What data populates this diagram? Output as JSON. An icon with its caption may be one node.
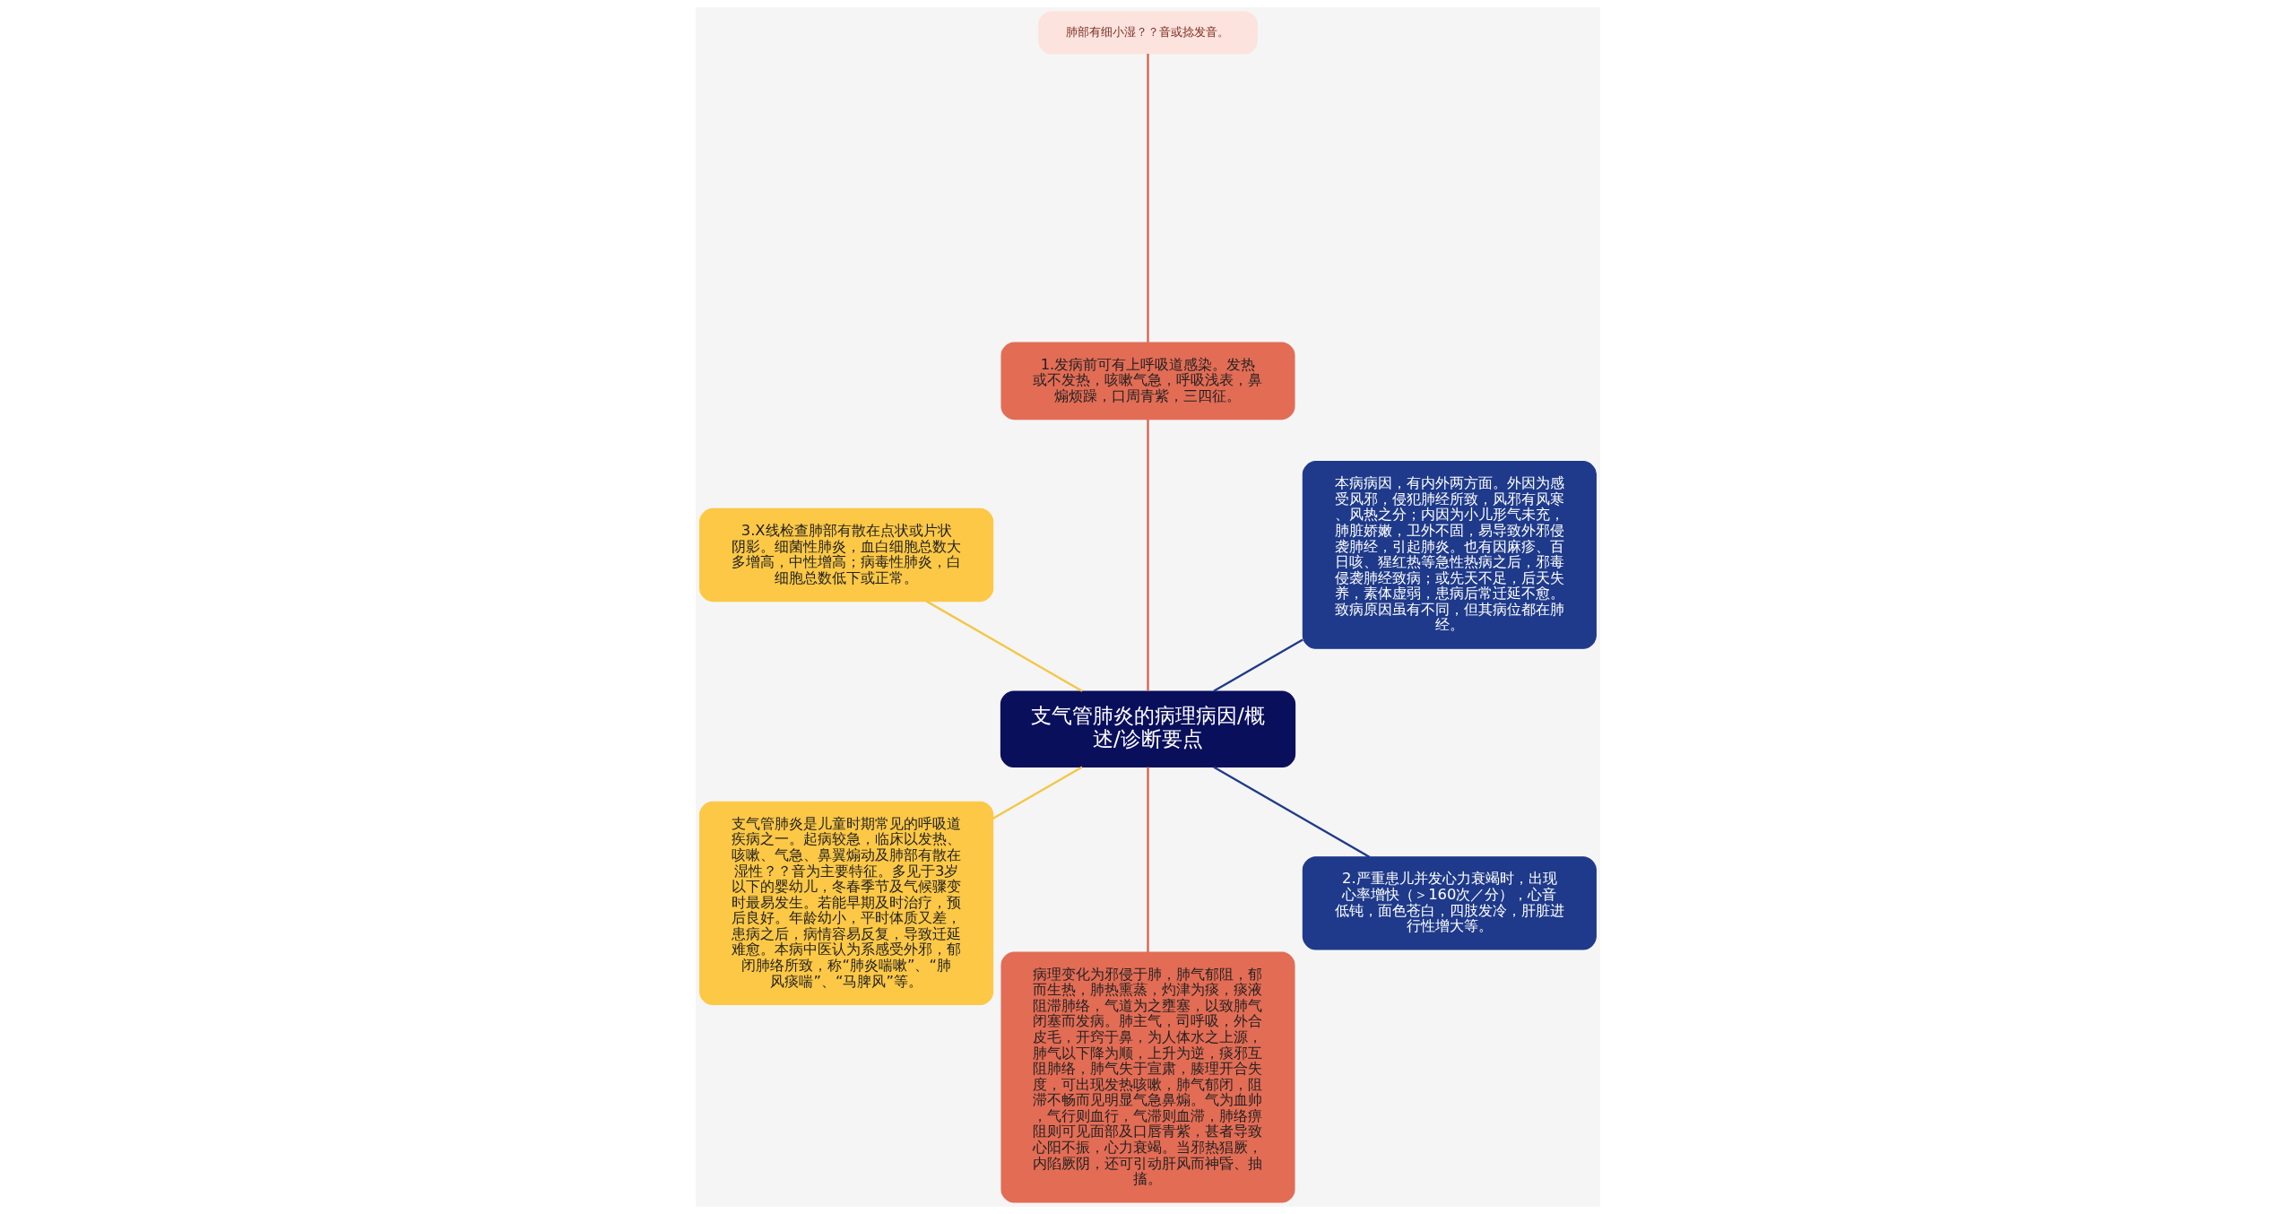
{
  "diagram": {
    "nodes": [
      {
        "text": [
          "支气管肺炎的病理病因/概述/诊断要点"
        ]
      },
      {
        "text": [
          "本病病因，有内外两方面。外因为感受风邪，侵犯肺经所致，风邪有风寒、风热之分；内因为小儿形气未充，肺脏娇嫩，卫外不固，易导致外邪侵袭肺经，引起肺炎。也有因麻疹、百日咳、猩红热等急性热病之后，邪毒侵袭肺经致病；或先天不足，后天失养，素体虚弱，患病后常迁延不愈。致病原因虽有不同，但其病位都在肺经。"
        ]
      },
      {
        "text": [
          "1.发病前可有上呼吸道感染。发热或不发热，咳嗽气急，呼吸浅表，鼻煽烦躁，口周青紫，三四征。"
        ]
      },
      {
        "text": [
          "肺部有细小湿？？音或捻发音。"
        ]
      },
      {
        "text": [
          "3.X线检查肺部有散在点状或片状阴影。细菌性肺炎，血白细胞总数大多增高，中性增高；病毒性肺炎，白细胞总数低下或正常。"
        ]
      },
      {
        "text": [
          "支气管肺炎是儿童时期常见的呼吸道疾病之一。起病较急，临床以发热、咳嗽、气急、鼻翼煽动及肺部有散在湿性？？音为主要特征。多见于3岁以下的婴幼儿，冬春季节及气候骤变时最易发生。若能早期及时治疗，预后良好。年龄幼小，平时体质又差，患病之后，病情容易反复，导致迁延难愈。本病中医认为系感受外邪，郁闭肺络所致，称“肺炎喘嗽”、“肺风痰喘”、“马脾风”等。"
        ]
      },
      {
        "text": [
          "病理变化为邪侵于肺，肺气郁阻，郁而生热，肺热熏蒸，灼津为痰，痰液阻滞肺络，气道为之壅塞，以致肺气闭塞而发病。肺主气，司呼吸，外合皮毛，开窍于鼻，为人体水之上源，肺气以下降为顺，上升为逆，痰邪互阻肺络，肺气失于宣肃，腠理开合失度，可出现发热咳嗽，肺气郁闭，阻滞不畅而见明显气急鼻煽。气为血帅，气行则血行，气滞则血滞，肺络痹阻则可见面部及口唇青紫，甚者导致心阳不振，心力衰竭。当邪热猖厥，内陷厥阴，还可引动肝风而神昏、抽搐。"
        ]
      },
      {
        "text": [
          "2.严重患儿并发心力衰竭时，出现心率增快（＞160次／分），心音低钝，面色苍白，四肢发冷，肝脏进行性增大等。"
        ]
      }
    ],
    "edges": [
      {
        "from": 0,
        "to": 1,
        "arrow": "none",
        "color": "#1f3a8a"
      },
      {
        "from": 0,
        "to": 2,
        "arrow": "none",
        "color": "#d9624e"
      },
      {
        "from": 2,
        "to": 3,
        "arrow": "none",
        "color": "#d9624e"
      },
      {
        "from": 0,
        "to": 4,
        "arrow": "none",
        "color": "#f2c744"
      },
      {
        "from": 0,
        "to": 5,
        "arrow": "none",
        "color": "#f2c744"
      },
      {
        "from": 0,
        "to": 6,
        "arrow": "none",
        "color": "#d9624e"
      },
      {
        "from": 0,
        "to": 7,
        "arrow": "none",
        "color": "#1f3a8a"
      }
    ]
  }
}
